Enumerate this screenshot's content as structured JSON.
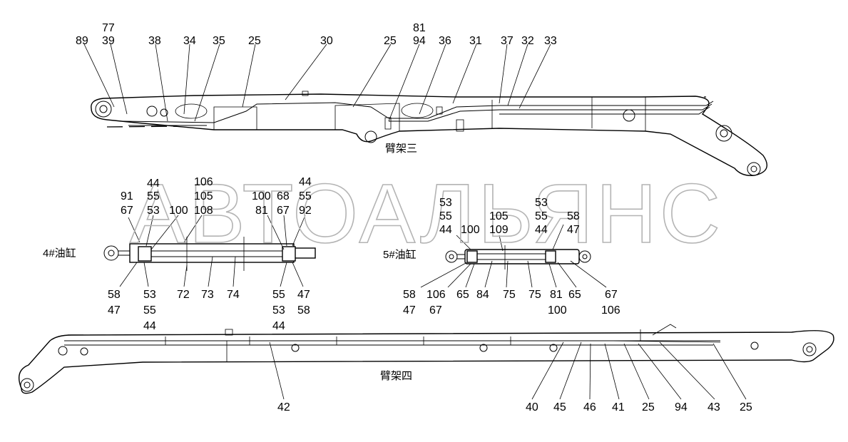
{
  "watermark": "АВТОАЛЬЯНС",
  "captions": {
    "arm3": "臂架三",
    "arm4": "臂架四",
    "cyl4": "4#油缸",
    "cyl5": "5#油缸"
  },
  "labels": {
    "arm3": [
      "89",
      "77",
      "39",
      "38",
      "34",
      "35",
      "25",
      "30",
      "25",
      "81",
      "94",
      "36",
      "31",
      "37",
      "32",
      "33"
    ],
    "cyl4_top": [
      "91",
      "67",
      "44",
      "55",
      "53",
      "106",
      "105",
      "108",
      "100",
      "100",
      "81",
      "68",
      "67",
      "44",
      "55",
      "92"
    ],
    "cyl4_bottom": [
      "58",
      "47",
      "53",
      "55",
      "44",
      "72",
      "73",
      "74",
      "55",
      "53",
      "44",
      "47",
      "58"
    ],
    "cyl5_top": [
      "53",
      "55",
      "44",
      "100",
      "105",
      "109",
      "53",
      "55",
      "44",
      "58",
      "47"
    ],
    "cyl5_bottom": [
      "58",
      "47",
      "106",
      "67",
      "65",
      "84",
      "75",
      "75",
      "81",
      "100",
      "65",
      "67",
      "106"
    ],
    "arm4": [
      "42",
      "40",
      "45",
      "46",
      "41",
      "25",
      "94",
      "43",
      "25"
    ]
  }
}
